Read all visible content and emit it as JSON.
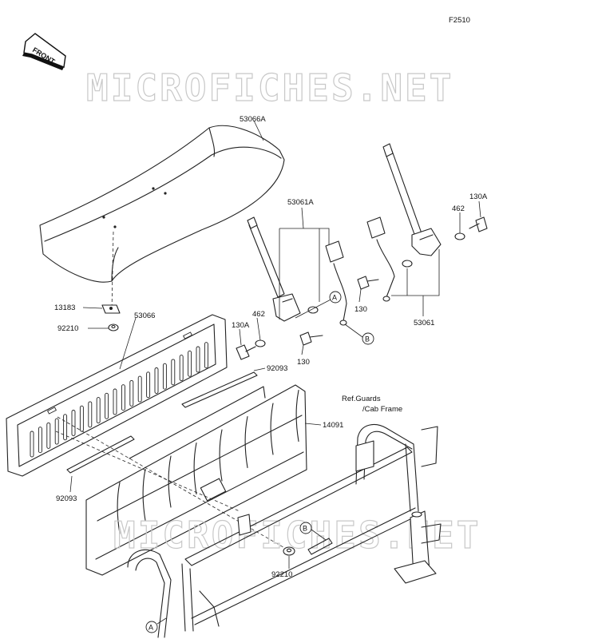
{
  "figure_code": "F2510",
  "front_badge": "FRONT",
  "watermark": "MICROFICHES.NET",
  "reference_note": [
    "Ref.Guards",
    "/Cab Frame"
  ],
  "callouts": {
    "a": "A",
    "b": "B"
  },
  "parts": {
    "seat_cushion": "53066A",
    "belt_assembly": "53061A",
    "belt_assembly_right": "53061",
    "backrest": "53066",
    "bracket_14091": "14091",
    "strip_upper": "92093",
    "strip_lower": "92093",
    "clip": "13183",
    "nut_left": "92210",
    "nut_bottom": "92210",
    "washer_left": "462",
    "washer_right": "462",
    "bolt_left": "130A",
    "bolt_right": "130A",
    "bolt_mid_left": "130",
    "bolt_mid_right": "130"
  }
}
